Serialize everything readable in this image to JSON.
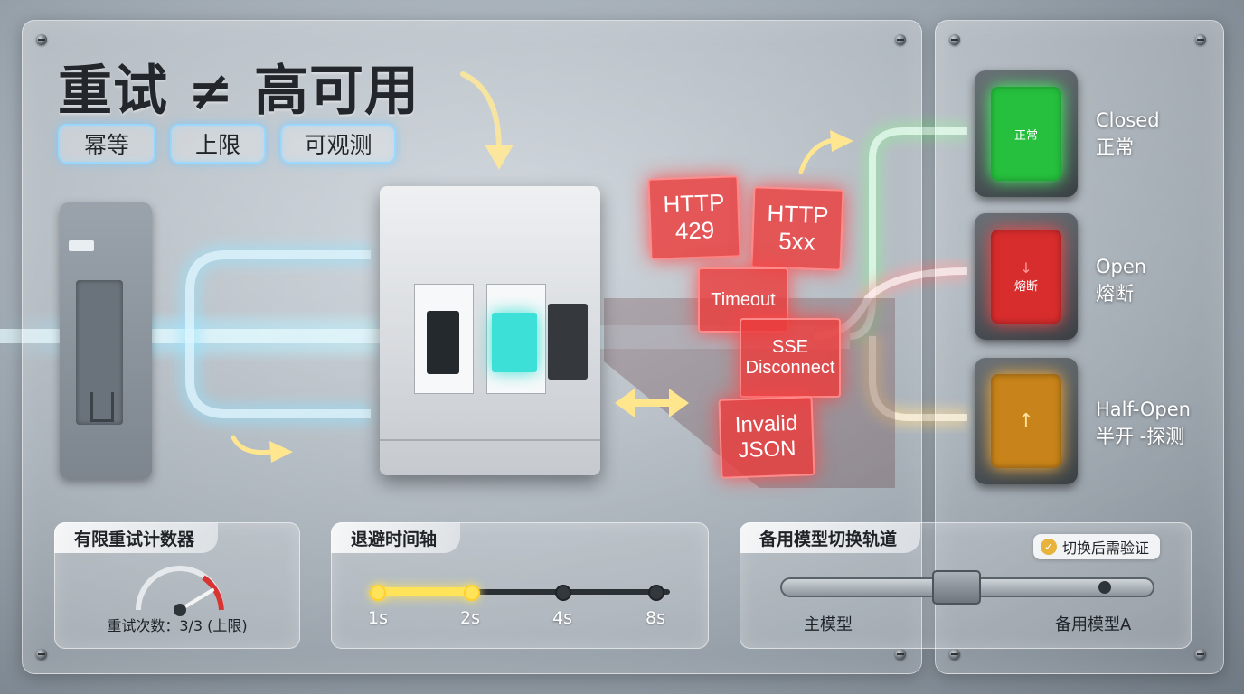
{
  "title": "重试 ≠ 高可用",
  "tags": [
    "幂等",
    "上限",
    "可观测"
  ],
  "errors": {
    "http429": "HTTP\n429",
    "http5xx": "HTTP\n5xx",
    "timeout": "Timeout",
    "sse": "SSE\nDisconnect",
    "invalid_json": "Invalid\nJSON"
  },
  "states": [
    {
      "en": "Closed",
      "zh": "正常",
      "button": "正常",
      "color": "#2fcf4a"
    },
    {
      "en": "Open",
      "zh": "熔断",
      "button": "熔断",
      "color": "#e83a3a"
    },
    {
      "en": "Half-Open",
      "zh": "半开 -探测",
      "button": "",
      "color": "#f2a52a"
    }
  ],
  "retry_counter": {
    "title": "有限重试计数器",
    "text": "重试次数：3/3 (上限)",
    "value": 3,
    "max": 3
  },
  "backoff": {
    "title": "退避时间轴",
    "ticks": [
      "1s",
      "2s",
      "4s",
      "8s"
    ],
    "active_until": "2s"
  },
  "switch_track": {
    "title": "备用模型切换轨道",
    "badge": "切换后需验证",
    "left": "主模型",
    "right": "备用模型A"
  }
}
